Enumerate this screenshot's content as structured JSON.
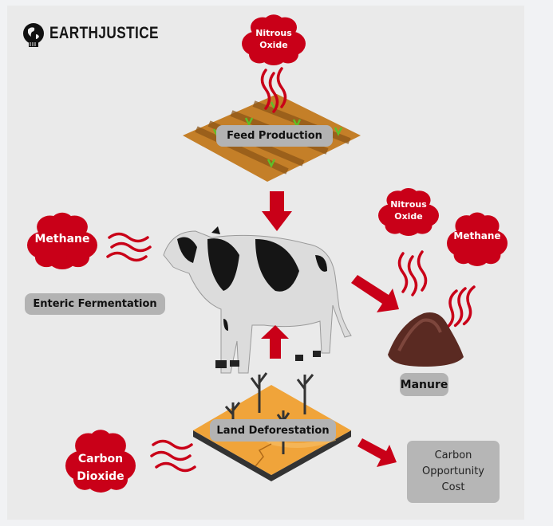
{
  "logo": {
    "text": "EARTHJUSTICE"
  },
  "colors": {
    "emission_red": "#c90018",
    "label_gray": "#b3b3b3",
    "background": "#eaeaea"
  },
  "feed": {
    "label": "Feed Production",
    "emission": [
      "Nitrous",
      "Oxide"
    ]
  },
  "enteric": {
    "label": "Enteric Fermentation",
    "emission": "Methane"
  },
  "manure": {
    "label": "Manure",
    "emission_1": [
      "Nitrous",
      "Oxide"
    ],
    "emission_2": "Methane"
  },
  "land": {
    "label": "Land Deforestation",
    "emission": [
      "Carbon",
      "Dioxide"
    ]
  },
  "opportunity": {
    "lines": [
      "Carbon",
      "Opportunity",
      "Cost"
    ]
  }
}
